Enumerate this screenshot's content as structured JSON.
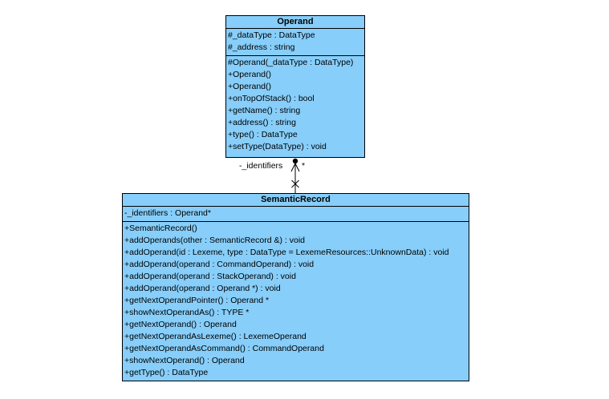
{
  "operand": {
    "name": "Operand",
    "attributes": [
      "#_dataType : DataType",
      "#_address : string"
    ],
    "operations": [
      "#Operand(_dataType : DataType)",
      "+Operand()",
      "+Operand()",
      "+onTopOfStack() : bool",
      "+getName() : string",
      "+address() : string",
      "+type() : DataType",
      "+setType(DataType) : void"
    ]
  },
  "semantic_record": {
    "name": "SemanticRecord",
    "attributes": [
      "-_identifiers : Operand*"
    ],
    "operations": [
      "+SemanticRecord()",
      "+addOperands(other : SemanticRecord &) : void",
      "+addOperand(id : Lexeme, type : DataType = LexemeResources::UnknownData) : void",
      "+addOperand(operand : CommandOperand) : void",
      "+addOperand(operand : StackOperand) : void",
      "+addOperand(operand : Operand *) : void",
      "+getNextOperandPointer() : Operand *",
      "+showNextOperandAs() : TYPE *",
      "+getNextOperand() : Operand",
      "+getNextOperandAsLexeme() : LexemeOperand",
      "+getNextOperandAsCommand() : CommandOperand",
      "+showNextOperand() : Operand",
      "+getType() : DataType"
    ]
  },
  "association": {
    "role": "-_identifiers",
    "multiplicity": "*"
  }
}
